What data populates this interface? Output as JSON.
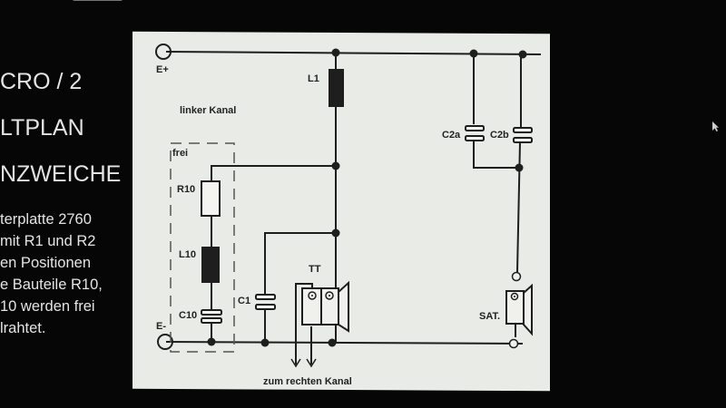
{
  "slide": {
    "headings": [
      "CRO / 2",
      "LTPLAN",
      "NZWEICHE"
    ],
    "body_lines": [
      "terplatte 2760",
      "mit R1 und R2",
      "en Positionen",
      "e Bauteile R10,",
      "10 werden frei",
      "lrahtet."
    ]
  },
  "schematic": {
    "title_label": "linker Kanal",
    "terminals": {
      "positive": "E+",
      "negative": "E-"
    },
    "group_label": "frei",
    "components": {
      "L1": "L1",
      "R10": "R10",
      "L10": "L10",
      "C10": "C10",
      "C1": "C1",
      "C2a": "C2a",
      "C2b": "C2b",
      "TT": "TT",
      "SAT": "SAT."
    },
    "footer_label": "zum rechten Kanal"
  },
  "colors": {
    "background": "#060606",
    "panel": "#e9ebe6",
    "ink": "#1e1e1e",
    "text": "#e4e4e4"
  }
}
